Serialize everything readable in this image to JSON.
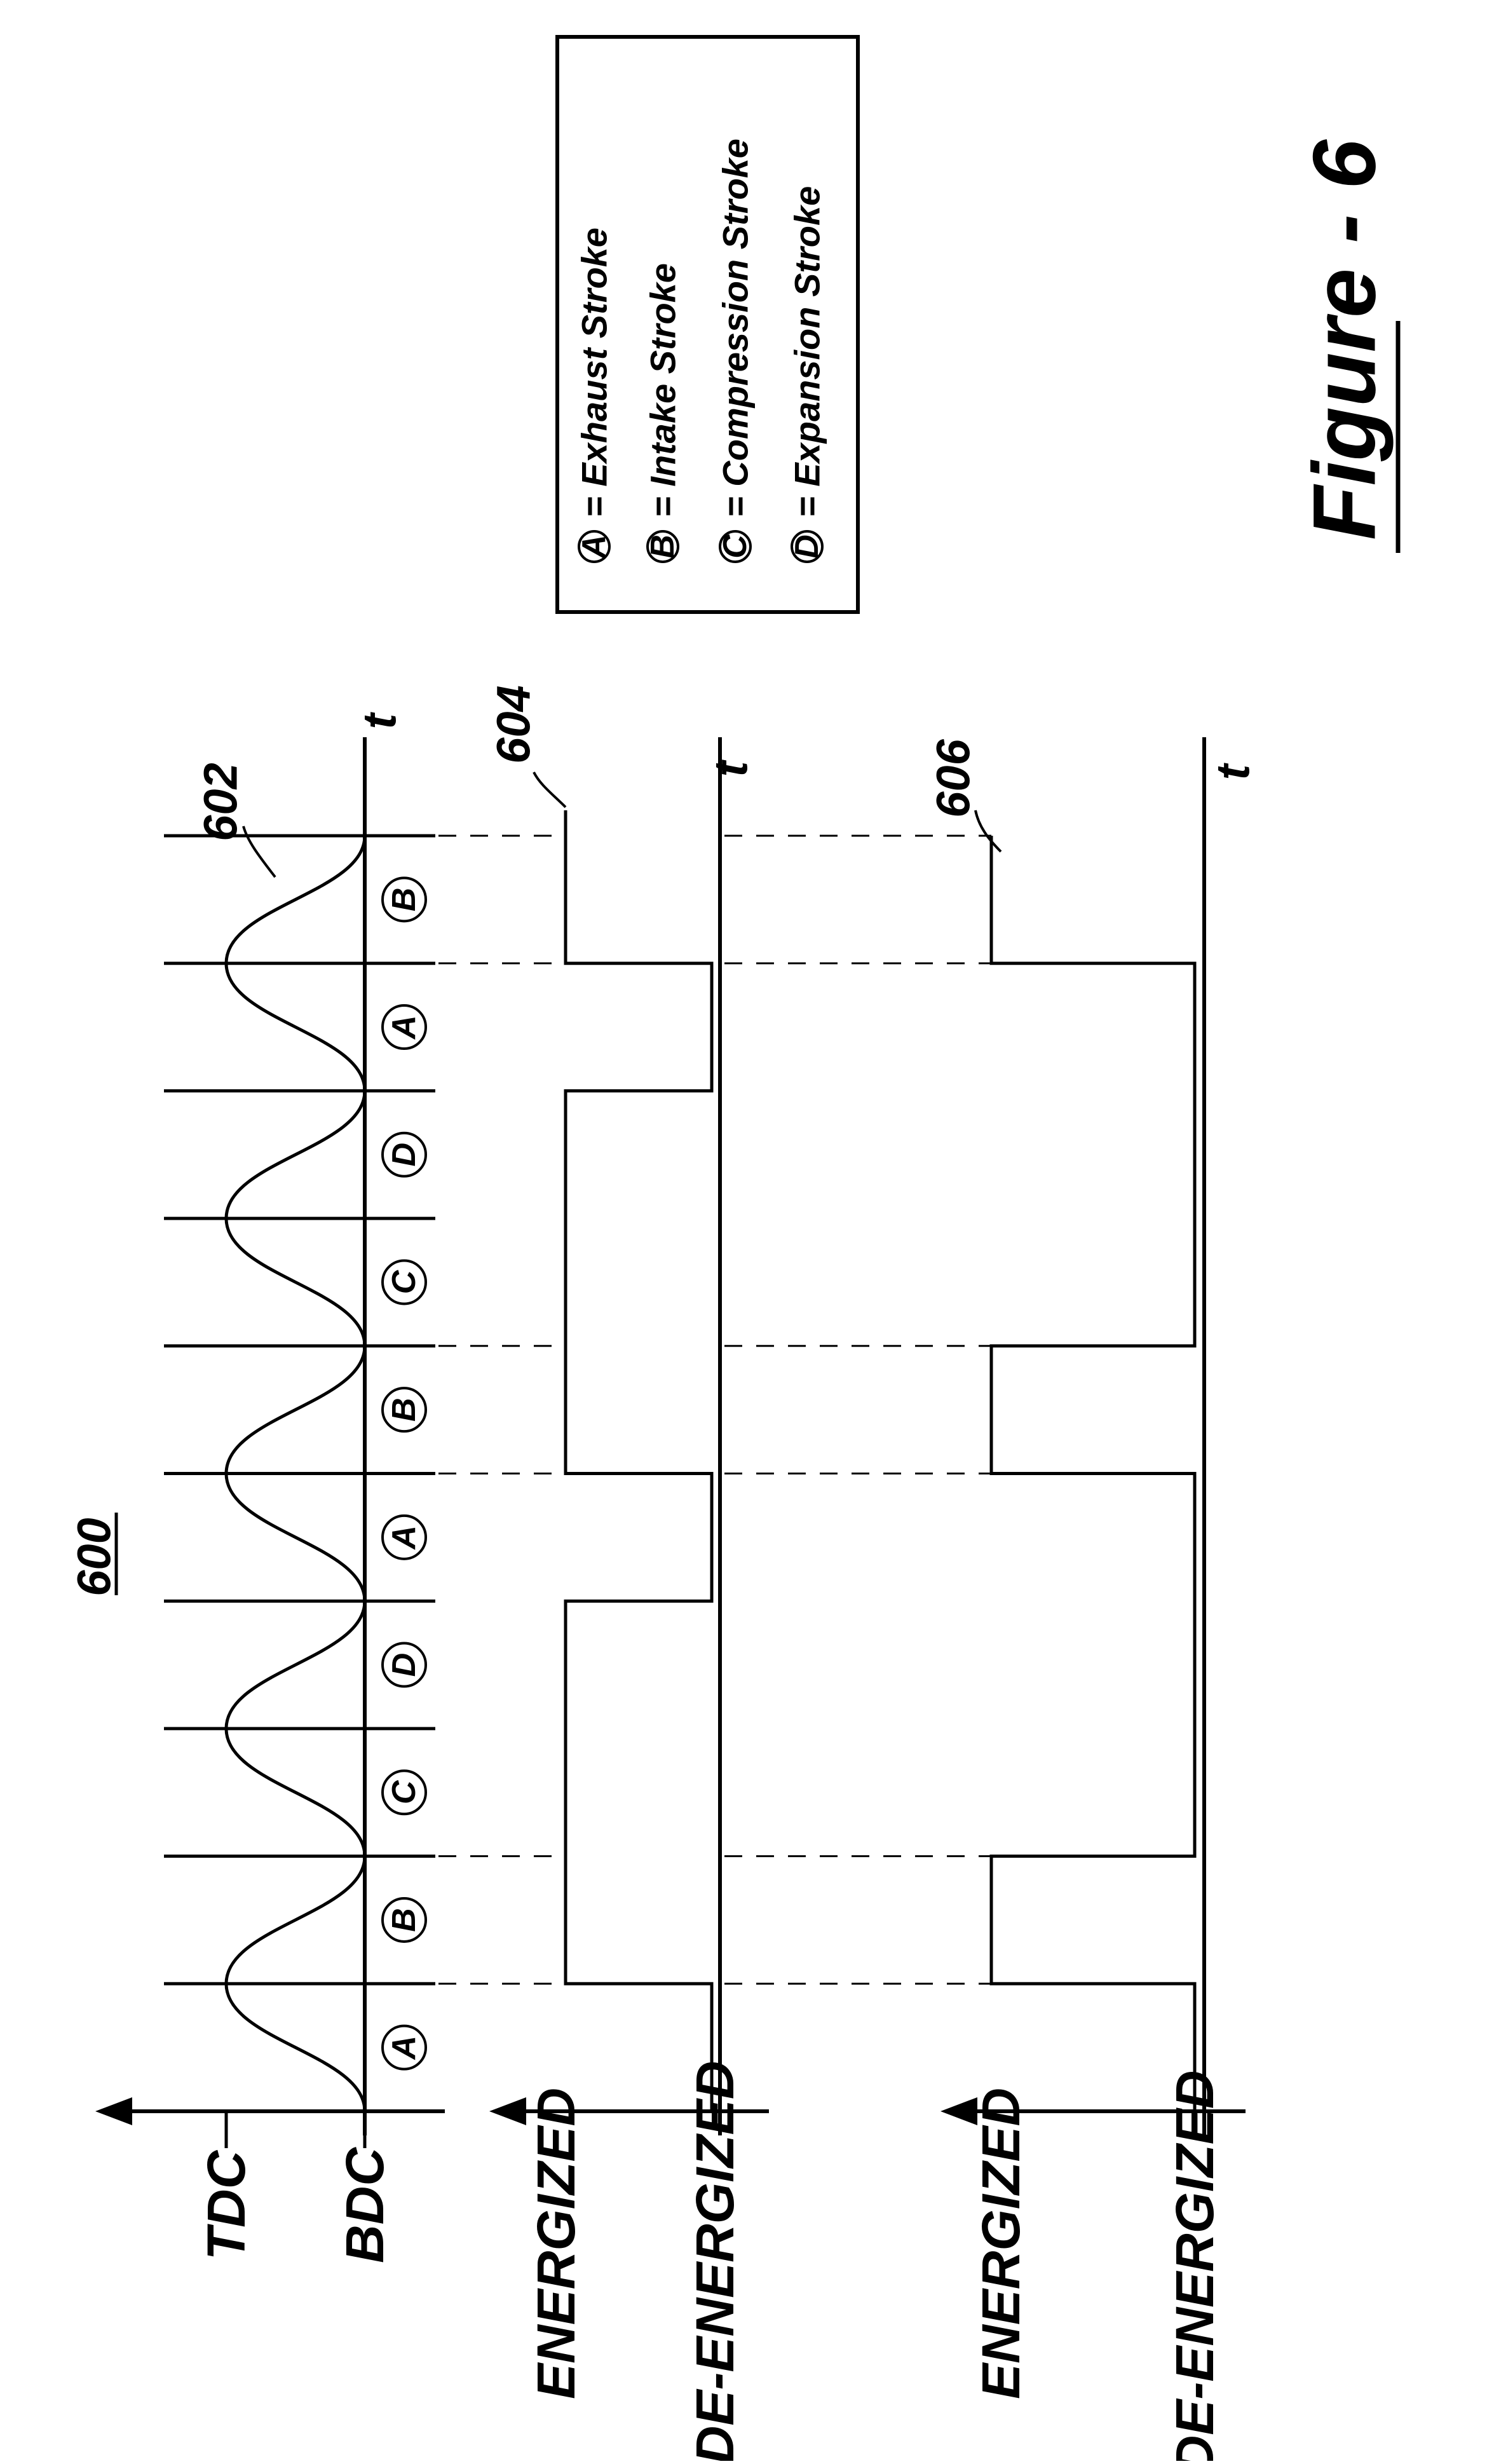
{
  "figure_number": "600",
  "figure_caption": "Figure - 6",
  "time_symbol": "t",
  "piston": {
    "ref": "602",
    "tdc_label": "TDC",
    "bdc_label": "BDC"
  },
  "signal_604": {
    "ref": "604",
    "high_label": "ENERGIZED",
    "low_label": "DE-ENERGIZED"
  },
  "signal_606": {
    "ref": "606",
    "high_label": "ENERGIZED",
    "low_label": "DE-ENERGIZED"
  },
  "stroke_sequence": [
    "A",
    "B",
    "C",
    "D",
    "A",
    "B",
    "C",
    "D",
    "A",
    "B"
  ],
  "legend": [
    {
      "key": "A",
      "text": "= Exhaust Stroke"
    },
    {
      "key": "B",
      "text": "= Intake Stroke"
    },
    {
      "key": "C",
      "text": "= Compression Stroke"
    },
    {
      "key": "D",
      "text": "= Expansion Stroke"
    }
  ],
  "colors": {
    "ink": "#000000",
    "paper": "#ffffff"
  }
}
